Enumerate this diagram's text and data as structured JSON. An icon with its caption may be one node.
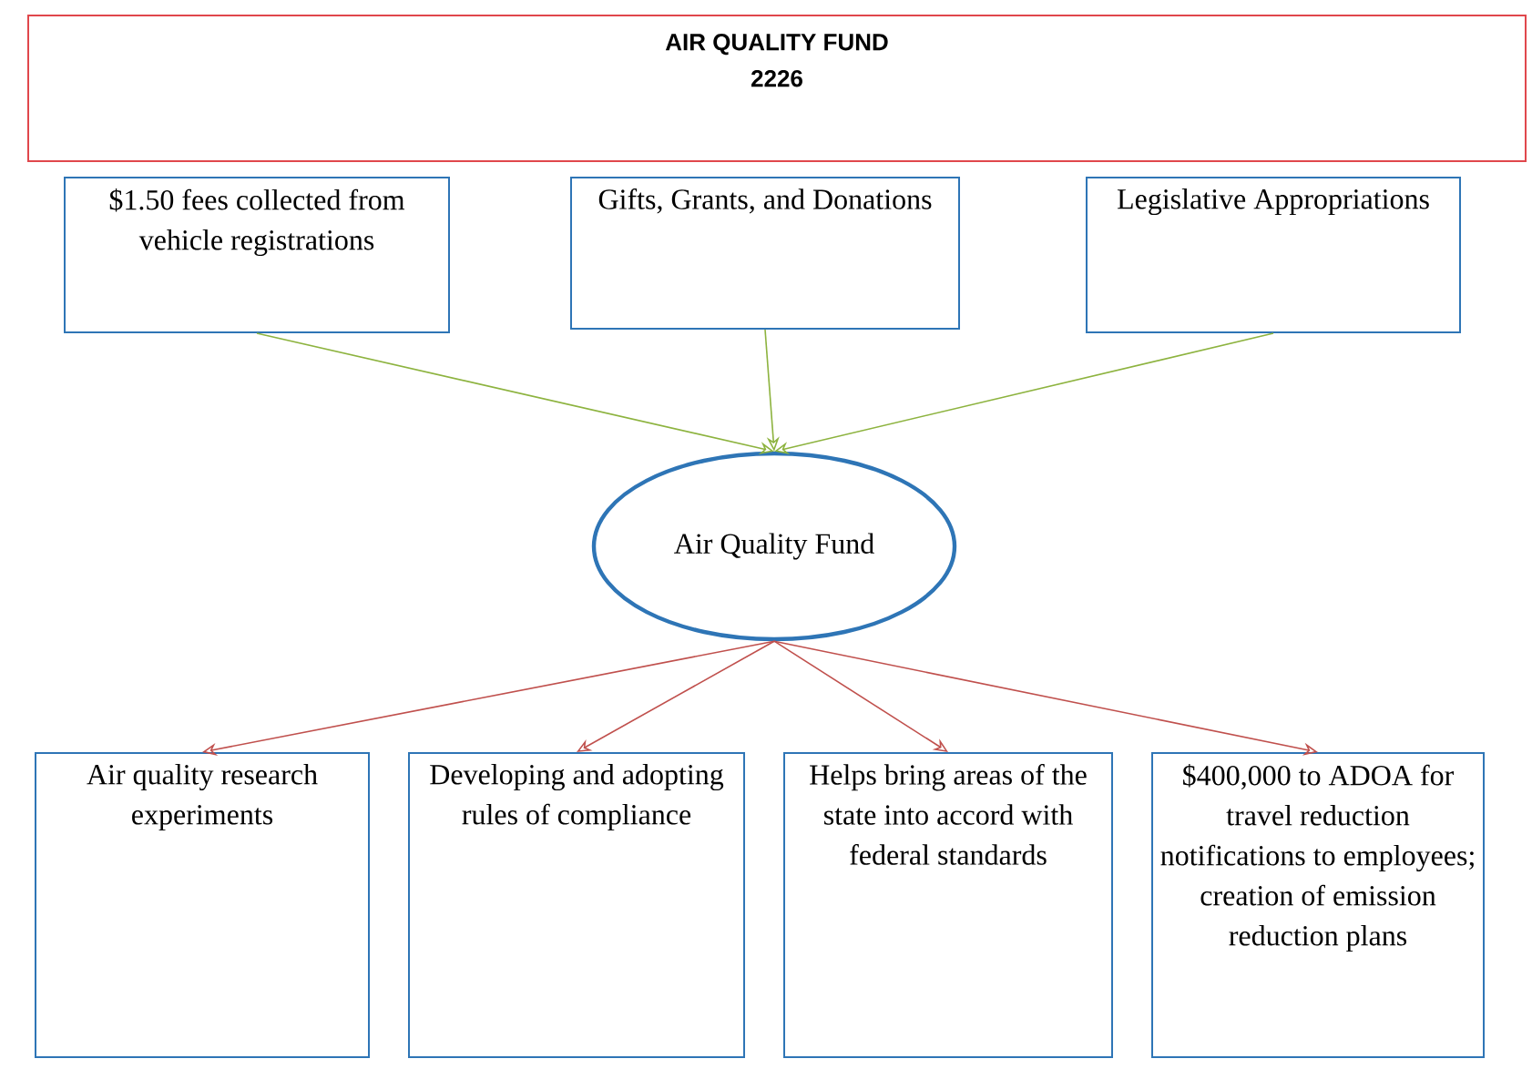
{
  "diagram": {
    "nodes": [
      {
        "text": [
          "AIR QUALITY FUND",
          "2226"
        ]
      },
      {
        "text": [
          "$1.50 fees collected from vehicle registrations"
        ]
      },
      {
        "text": [
          "Gifts, Grants, and Donations"
        ]
      },
      {
        "text": [
          "Legislative Appropriations"
        ]
      },
      {
        "text": [
          "Air Quality Fund"
        ]
      },
      {
        "text": [
          "Air quality research experiments"
        ]
      },
      {
        "text": [
          "Developing and adopting rules of compliance"
        ]
      },
      {
        "text": [
          "Helps bring areas of the state into accord with federal standards"
        ]
      },
      {
        "text": [
          "$400,000  to ADOA for travel reduction notifications to employees; creation of emission reduction plans"
        ]
      }
    ],
    "edges": [
      {
        "from": 1,
        "to": 4,
        "arrow": "to",
        "color": "#8db33f"
      },
      {
        "from": 2,
        "to": 4,
        "arrow": "to",
        "color": "#8db33f"
      },
      {
        "from": 3,
        "to": 4,
        "arrow": "to",
        "color": "#8db33f"
      },
      {
        "from": 4,
        "to": 5,
        "arrow": "to"
      },
      {
        "from": 4,
        "to": 6,
        "arrow": "to"
      },
      {
        "from": 4,
        "to": 7,
        "arrow": "to"
      },
      {
        "from": 4,
        "to": 8,
        "arrow": "to"
      }
    ]
  }
}
